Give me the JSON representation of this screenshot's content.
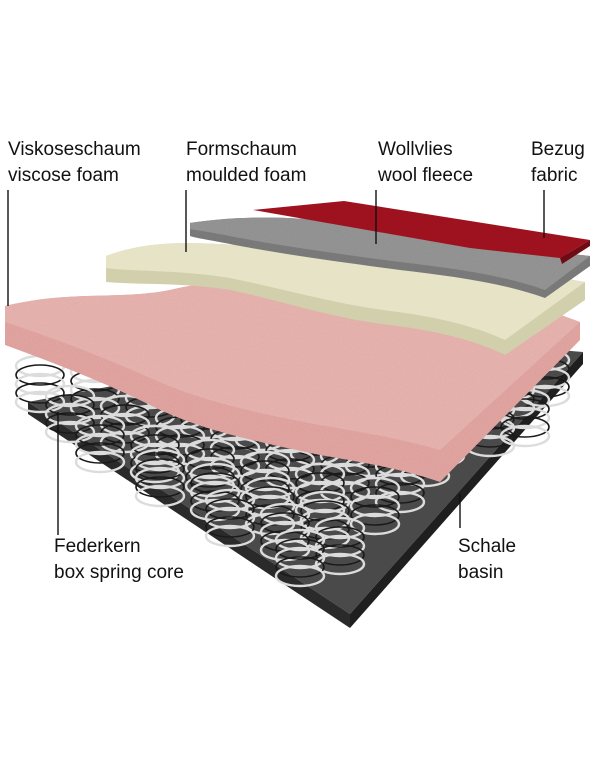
{
  "labels": {
    "viscose": {
      "de": "Viskoseschaum",
      "en": "viscose foam"
    },
    "moulded": {
      "de": "Formschaum",
      "en": "moulded foam"
    },
    "wool": {
      "de": "Wollvlies",
      "en": "wool fleece"
    },
    "cover": {
      "de": "Bezug",
      "en": "fabric"
    },
    "spring": {
      "de": "Federkern",
      "en": "box spring core"
    },
    "basin": {
      "de": "Schale",
      "en": "basin"
    }
  },
  "colors": {
    "fabric": "#9e1220",
    "wool": "#8a8a8a",
    "moulded_foam": "#e4e1c4",
    "viscose_foam": "#e7a8a4",
    "basin": "#3c3c3c",
    "springs": "#dcdcdc"
  }
}
